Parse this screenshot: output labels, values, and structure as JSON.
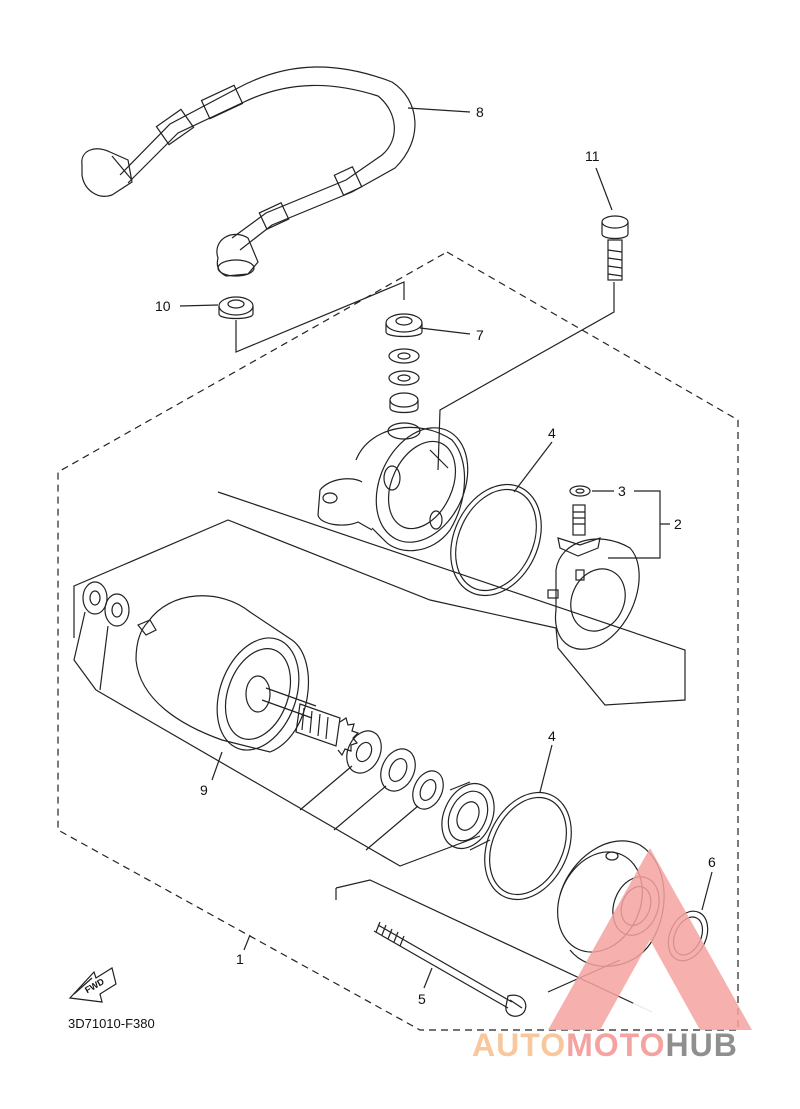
{
  "diagram": {
    "code": "3D71010-F380",
    "fwd_label": "FWD",
    "parts": [
      {
        "id": "p1",
        "number": "1"
      },
      {
        "id": "p2",
        "number": "2"
      },
      {
        "id": "p3",
        "number": "3"
      },
      {
        "id": "p4a",
        "number": "4"
      },
      {
        "id": "p4b",
        "number": "4"
      },
      {
        "id": "p5",
        "number": "5"
      },
      {
        "id": "p6",
        "number": "6"
      },
      {
        "id": "p7",
        "number": "7"
      },
      {
        "id": "p8",
        "number": "8"
      },
      {
        "id": "p9",
        "number": "9"
      },
      {
        "id": "p10",
        "number": "10"
      },
      {
        "id": "p11",
        "number": "11"
      }
    ]
  },
  "watermark": {
    "word_auto": "AUTO",
    "word_moto": "MOTO",
    "word_hub": "HUB",
    "color_primary": "#f4a3a0",
    "color_secondary": "#f8c79e",
    "color_gray": "#8f8f8f"
  }
}
